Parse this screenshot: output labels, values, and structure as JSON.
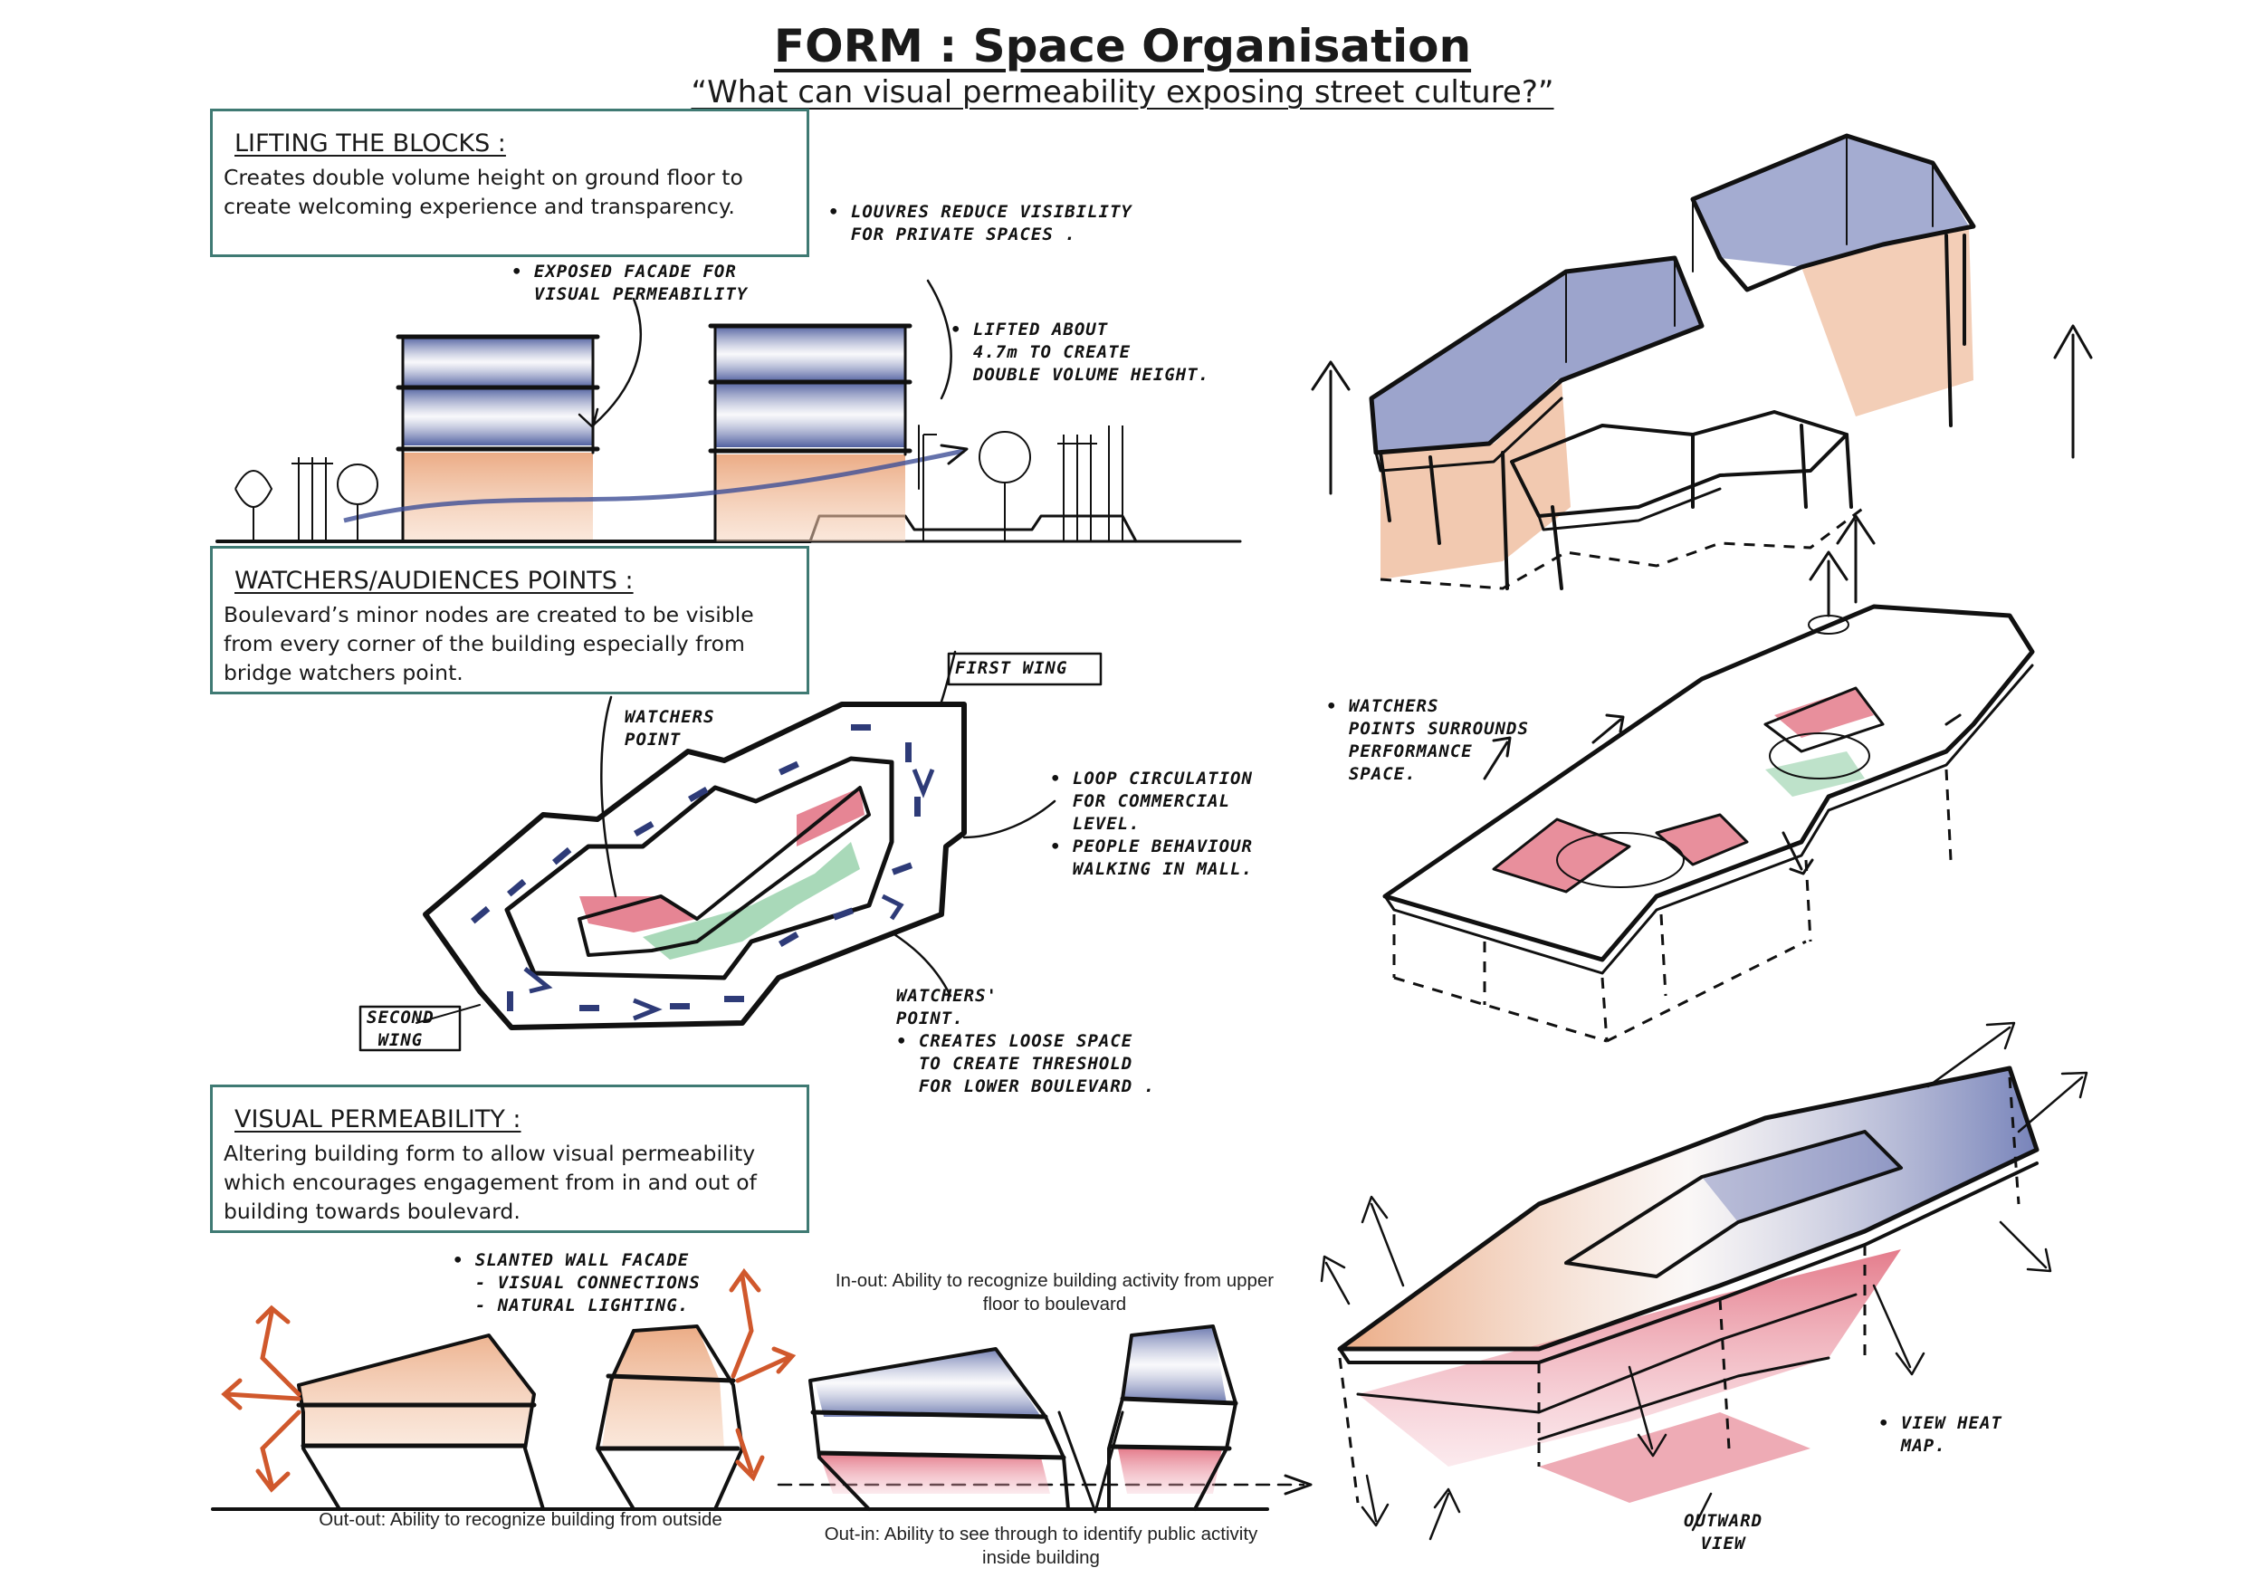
{
  "title": "FORM : Space Organisation",
  "subtitle": "“What can visual permeability exposing street culture?”",
  "sections": [
    {
      "heading": "LIFTING THE BLOCKS :",
      "text": "Creates double volume height on ground floor to create welcoming experience and transparency."
    },
    {
      "heading": "WATCHERS/AUDIENCES POINTS :",
      "text": "Boulevard’s minor nodes are created to be visible from every corner of the building especially from bridge watchers point."
    },
    {
      "heading": "VISUAL PERMEABILITY :",
      "text": "Altering building form to allow visual permeability which encourages engagement from in and out of building towards boulevard."
    }
  ],
  "annotations": {
    "louvres": "• LOUVRES REDUCE VISIBILITY\n  FOR PRIVATE SPACES .",
    "exposed_facade": "• EXPOSED FACADE FOR\n  VISUAL PERMEABILITY",
    "lifted": "• LIFTED ABOUT\n  4.7m TO CREATE\n  DOUBLE VOLUME HEIGHT.",
    "first_wing": "FIRST WING",
    "watchers_point_top": "WATCHERS\nPOINT",
    "loop_circulation": "• LOOP CIRCULATION\n  FOR COMMERCIAL\n  LEVEL.\n• PEOPLE BEHAVIOUR\n  WALKING IN MALL.",
    "second_wing": "SECOND\nWING",
    "watchers_point_bottom": "WATCHERS'\nPOINT.\n• CREATES LOOSE SPACE\n  TO CREATE THRESHOLD\n  FOR LOWER BOULEVARD .",
    "watchers_surround": "• WATCHERS\n  POINTS SURROUNDS\n  PERFORMANCE\n  SPACE.",
    "slanted_wall": "• SLANTED WALL FACADE\n  - VISUAL CONNECTIONS\n  - NATURAL LIGHTING.",
    "view_heat_map": "• VIEW HEAT\n  MAP.",
    "outward_view": "OUTWARD\nVIEW"
  },
  "captions": {
    "in_out": "In-out:  Ability to recognize building activity from upper floor to boulevard",
    "out_out": "Out-out:  Ability to recognize building from outside",
    "out_in": "Out-in: Ability to see through to identify public activity inside building"
  },
  "colors": {
    "box_border": "#3f7a73",
    "blue_wash": "#5a6fae",
    "orange_wash": "#e59a6a",
    "red_wash": "#d9445a",
    "green_wash": "#6fbf8a"
  }
}
